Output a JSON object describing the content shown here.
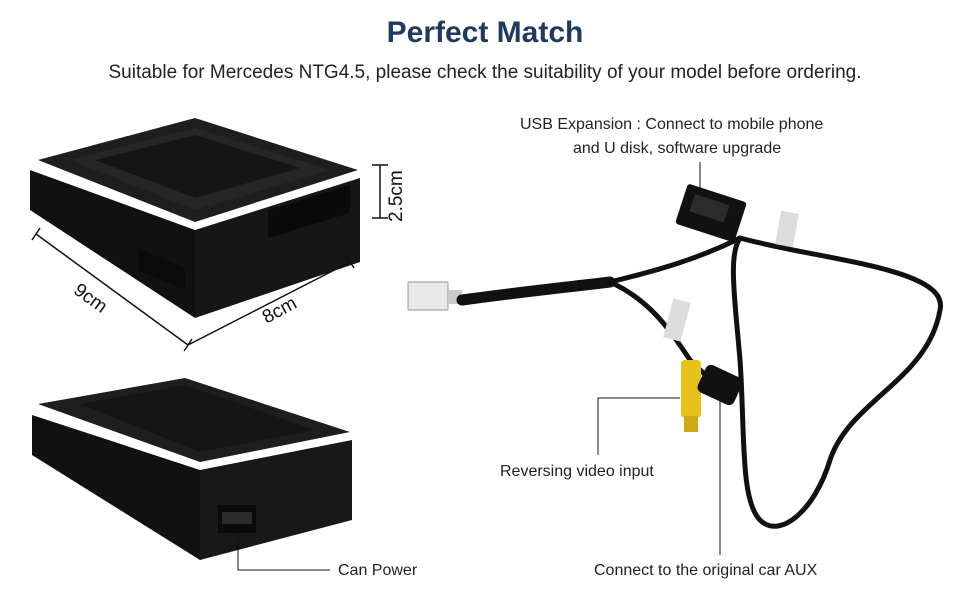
{
  "header": {
    "title": "Perfect Match",
    "subtitle": "Suitable for Mercedes NTG4.5, please check the suitability of your model before ordering."
  },
  "dimensions": {
    "height": "2.5cm",
    "width": "9cm",
    "depth": "8cm"
  },
  "callouts": {
    "usb_line1": "USB Expansion : Connect to mobile phone",
    "usb_line2": "and U disk, software upgrade",
    "reversing": "Reversing video input",
    "aux": "Connect to the original car AUX",
    "can_power": "Can Power"
  },
  "colors": {
    "title": "#1f3a5c",
    "device": "#1b1b1b",
    "rca_yellow": "#e8c21a"
  }
}
